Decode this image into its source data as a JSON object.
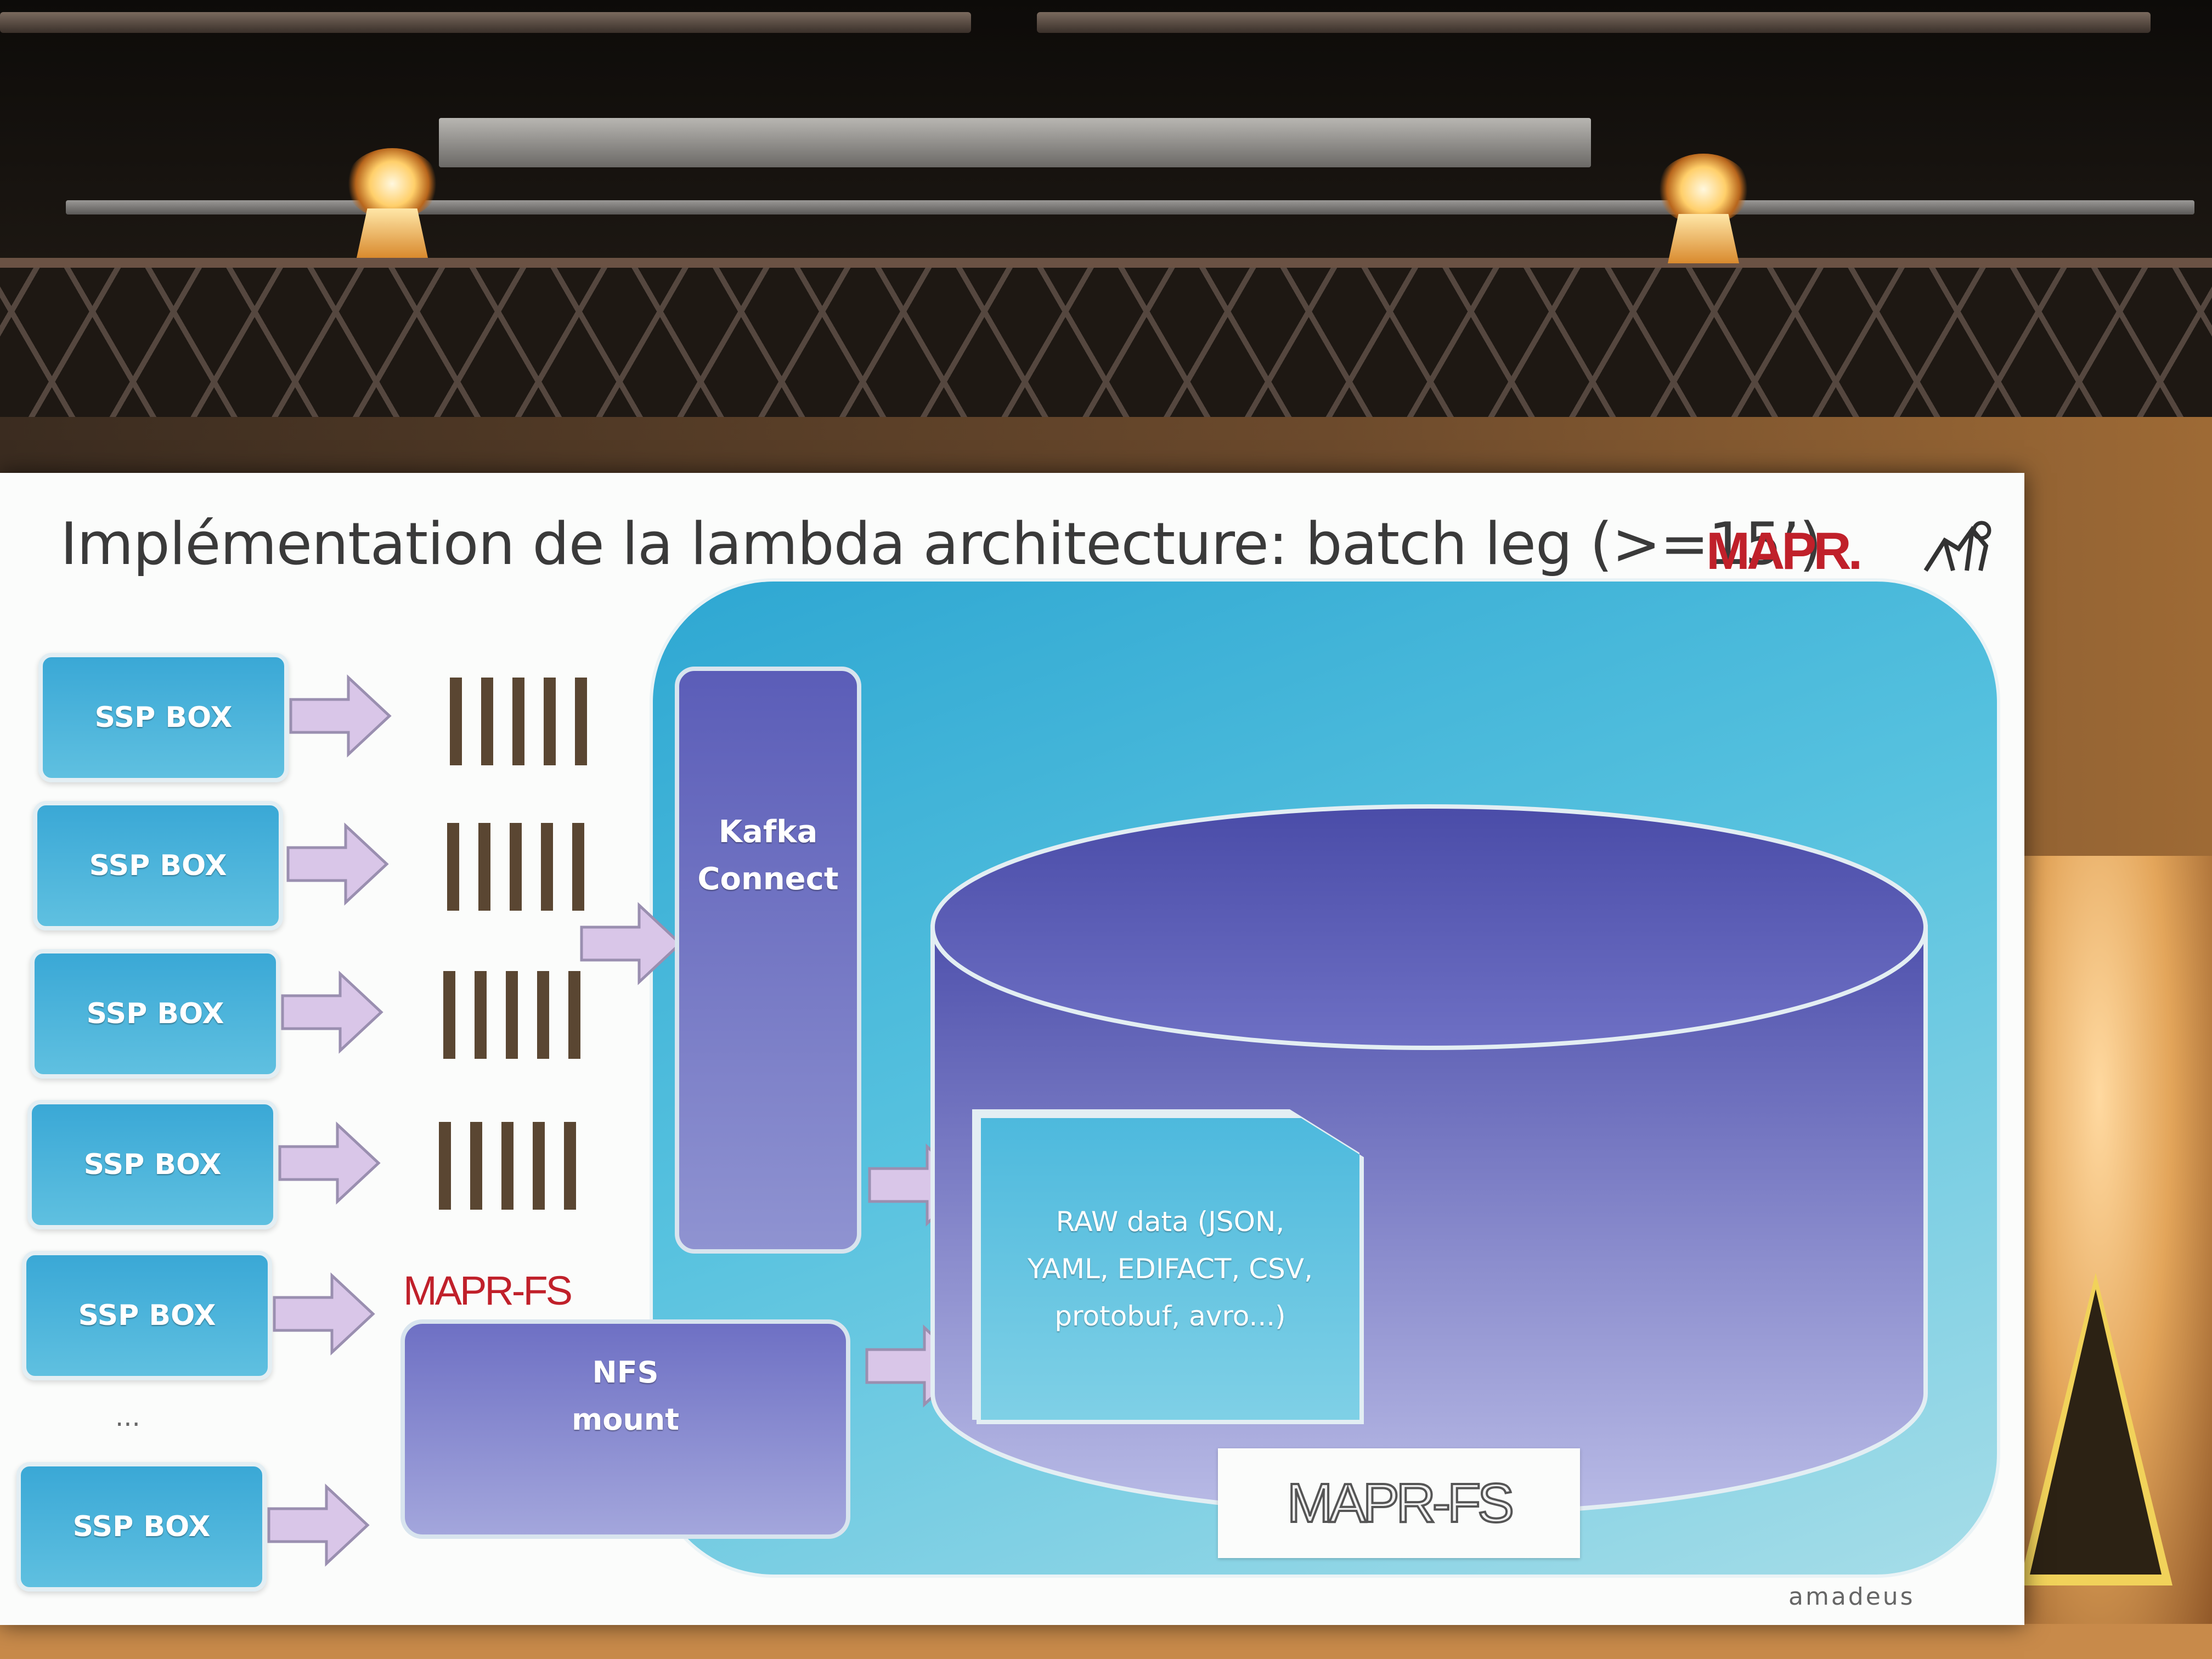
{
  "slide": {
    "title": "Implémentation de la lambda architecture: batch leg (>=15’)",
    "logo_text": "MAPR.",
    "ssp_boxes": [
      "SSP BOX",
      "SSP BOX",
      "SSP BOX",
      "SSP BOX",
      "SSP BOX",
      "SSP BOX"
    ],
    "ellipsis": "...",
    "kafka_label": "Kafka\nConnect",
    "raw_data_label": "RAW data (JSON,\nYAML, EDIFACT, CSV,\nprotobuf, avro...)",
    "nfs_label": "NFS\nmount",
    "maprfs_small": "MAPR-FS",
    "maprfs_box": "MAPR-FS",
    "footer_brand": "amadeus"
  },
  "colors": {
    "title": "#3a3a3a",
    "mapr_red": "#c0202a",
    "panel_blue": "#2ea7d2",
    "purple": "#5b5db8"
  }
}
